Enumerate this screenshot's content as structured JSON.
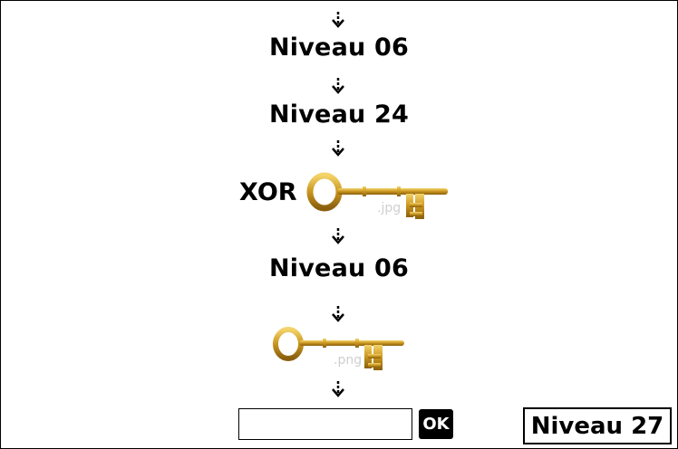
{
  "steps": {
    "level_1": "Niveau 06",
    "level_2": "Niveau 24",
    "xor_label": "XOR",
    "key_1_ext": ".jpg",
    "level_3": "Niveau 06",
    "key_2_ext": ".png"
  },
  "answer": {
    "input_value": "",
    "placeholder": "",
    "ok_label": "OK"
  },
  "current_level": "Niveau 27",
  "icons": {
    "arrow": "down-arrow-icon",
    "key": "golden-key-icon"
  },
  "colors": {
    "key_gold": "#c9951f",
    "text": "#000000"
  }
}
